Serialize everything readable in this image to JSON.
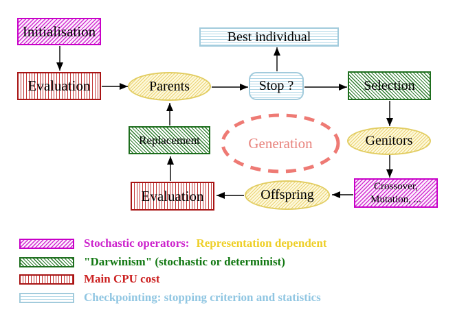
{
  "diagram": {
    "nodes": {
      "initialisation": {
        "label": "Initialisation"
      },
      "best_individual": {
        "label": "Best individual"
      },
      "evaluation_top": {
        "label": "Evaluation"
      },
      "parents": {
        "label": "Parents"
      },
      "stop": {
        "label": "Stop ?"
      },
      "selection": {
        "label": "Selection"
      },
      "replacement": {
        "label": "Replacement"
      },
      "generation": {
        "label": "Generation"
      },
      "genitors": {
        "label": "Genitors"
      },
      "crossover_mutation": {
        "line1": "Crossover,",
        "line2": "Mutation, ..."
      },
      "evaluation_bottom": {
        "label": "Evaluation"
      },
      "offspring": {
        "label": "Offspring"
      }
    }
  },
  "legend": {
    "rows": [
      {
        "swatch": "magenta-hatch",
        "text": "Stochastic operators:",
        "text2": "Representation dependent"
      },
      {
        "swatch": "green-hatch",
        "text": "\"Darwinism\" (stochastic or determinist)",
        "text2": ""
      },
      {
        "swatch": "red-stripes",
        "text": "Main CPU cost",
        "text2": ""
      },
      {
        "swatch": "cyan-stripes",
        "text": "Checkpointing: stopping criterion and statistics",
        "text2": ""
      }
    ]
  },
  "colors": {
    "magenta": "#cc00cc",
    "green": "#1e6e1e",
    "red": "#a81414",
    "cyan_blue": "#a2cbdc",
    "yellow": "#e2cd62",
    "salmon": "#ee7a74",
    "gold_text": "#eecf28",
    "blue_text": "#90c6e2",
    "arrow_black": "#000000"
  }
}
